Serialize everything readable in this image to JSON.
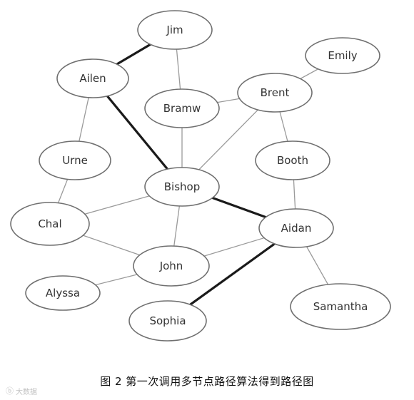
{
  "nodes": [
    {
      "id": "jim",
      "label": "Jim"
    },
    {
      "id": "emily",
      "label": "Emily"
    },
    {
      "id": "ailen",
      "label": "Ailen"
    },
    {
      "id": "brent",
      "label": "Brent"
    },
    {
      "id": "bramw",
      "label": "Bramw"
    },
    {
      "id": "urne",
      "label": "Urne"
    },
    {
      "id": "booth",
      "label": "Booth"
    },
    {
      "id": "bishop",
      "label": "Bishop"
    },
    {
      "id": "chal",
      "label": "Chal"
    },
    {
      "id": "aidan",
      "label": "Aidan"
    },
    {
      "id": "john",
      "label": "John"
    },
    {
      "id": "alyssa",
      "label": "Alyssa"
    },
    {
      "id": "samantha",
      "label": "Samantha"
    },
    {
      "id": "sophia",
      "label": "Sophia"
    }
  ],
  "edges": [
    {
      "from": "jim",
      "to": "ailen",
      "highlight": true
    },
    {
      "from": "jim",
      "to": "bramw",
      "highlight": false
    },
    {
      "from": "ailen",
      "to": "urne",
      "highlight": false
    },
    {
      "from": "ailen",
      "to": "bishop",
      "highlight": true
    },
    {
      "from": "bramw",
      "to": "brent",
      "highlight": false
    },
    {
      "from": "bramw",
      "to": "bishop",
      "highlight": false
    },
    {
      "from": "brent",
      "to": "emily",
      "highlight": false
    },
    {
      "from": "brent",
      "to": "booth",
      "highlight": false
    },
    {
      "from": "brent",
      "to": "bishop",
      "highlight": false
    },
    {
      "from": "urne",
      "to": "chal",
      "highlight": false
    },
    {
      "from": "booth",
      "to": "aidan",
      "highlight": false
    },
    {
      "from": "bishop",
      "to": "aidan",
      "highlight": true
    },
    {
      "from": "bishop",
      "to": "chal",
      "highlight": false
    },
    {
      "from": "bishop",
      "to": "john",
      "highlight": false
    },
    {
      "from": "chal",
      "to": "john",
      "highlight": false
    },
    {
      "from": "john",
      "to": "aidan",
      "highlight": false
    },
    {
      "from": "john",
      "to": "alyssa",
      "highlight": false
    },
    {
      "from": "aidan",
      "to": "samantha",
      "highlight": false
    },
    {
      "from": "aidan",
      "to": "sophia",
      "highlight": true
    }
  ],
  "caption": "图 2  第一次调用多节点路径算法得到路径图",
  "watermark": {
    "icon": "watermark-logo-icon",
    "text": "大数据"
  },
  "colors": {
    "edge": "#9a9a9a",
    "highlight_edge": "#1a1a1a",
    "node_border": "#6f6f6f",
    "label": "#333333"
  }
}
